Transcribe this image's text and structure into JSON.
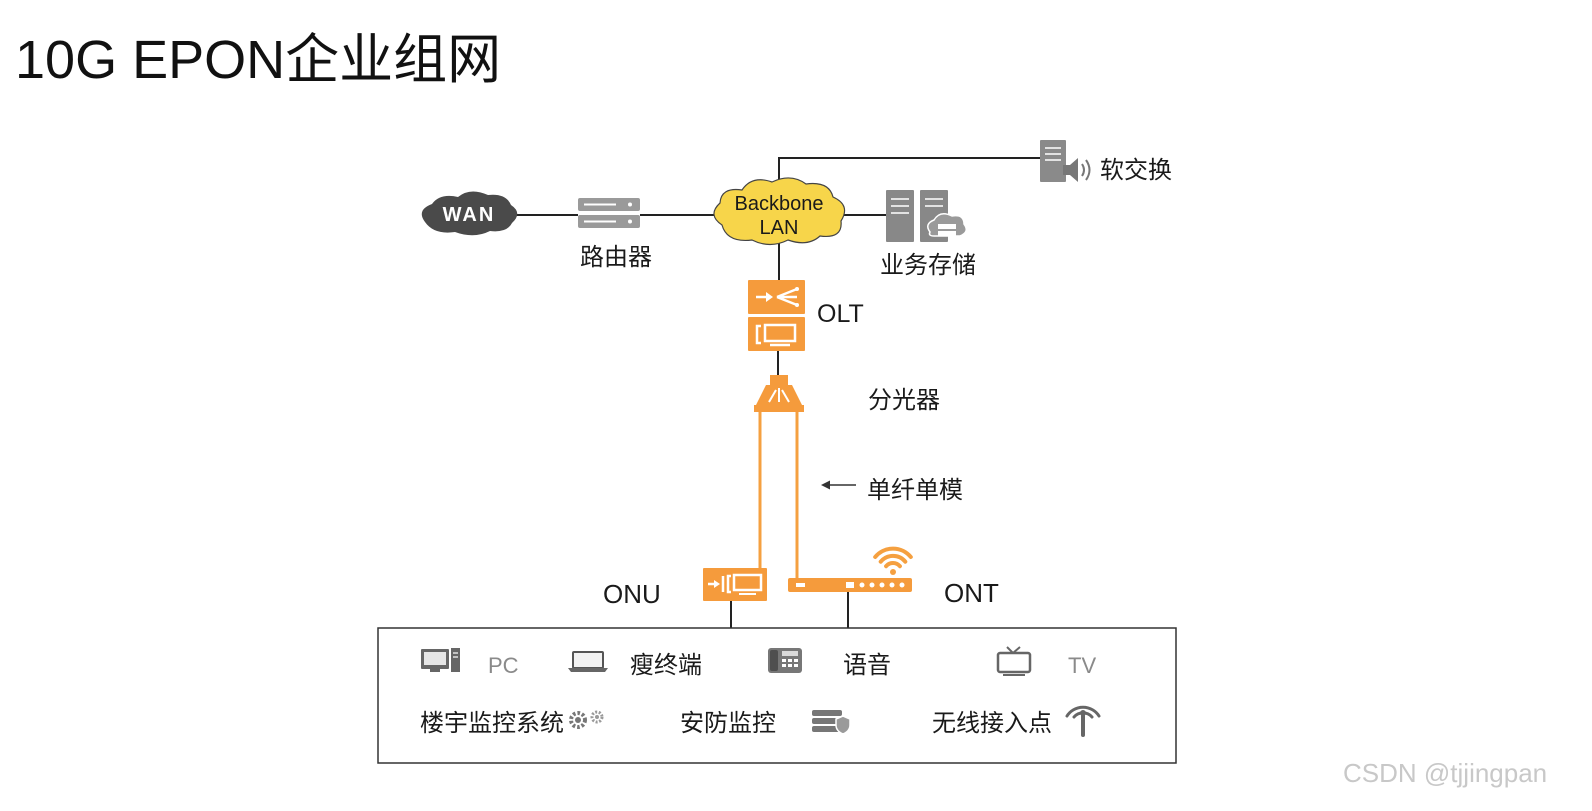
{
  "title": "10G EPON企业组网",
  "network": {
    "wan": {
      "label": "WAN",
      "icon": "wan-cloud-icon"
    },
    "router": {
      "label": "路由器",
      "icon": "router-icon"
    },
    "backbone": {
      "line1": "Backbone",
      "line2": "LAN",
      "icon": "backbone-cloud-icon"
    },
    "softswitch": {
      "label": "软交换",
      "icon": "softswitch-server-icon"
    },
    "storage": {
      "label": "业务存储",
      "icon": "storage-server-icon"
    },
    "olt": {
      "label": "OLT",
      "icon": "olt-icon"
    },
    "splitter": {
      "label": "分光器",
      "icon": "splitter-icon"
    },
    "fiber": {
      "label": "单纤单模",
      "icon": "arrow-left-icon"
    },
    "onu": {
      "label": "ONU",
      "icon": "onu-icon"
    },
    "ont": {
      "label": "ONT",
      "icon": "ont-wifi-icon"
    }
  },
  "terminals": {
    "row1": [
      {
        "label": "PC",
        "icon": "pc-icon"
      },
      {
        "label": "瘦终端",
        "icon": "laptop-icon"
      },
      {
        "label": "语音",
        "icon": "phone-icon"
      },
      {
        "label": "TV",
        "icon": "tv-icon"
      }
    ],
    "row2": [
      {
        "label": "楼宇监控系统",
        "icon": "gears-icon"
      },
      {
        "label": "安防监控",
        "icon": "security-server-icon"
      },
      {
        "label": "无线接入点",
        "icon": "antenna-icon"
      }
    ]
  },
  "watermark": "CSDN @tjjingpan",
  "colors": {
    "orange": "#f59b3c",
    "cloud_yellow": "#f7d54a",
    "wan_gray": "#4a4a4a",
    "line": "#222222",
    "icon_gray": "#8c8c8c"
  }
}
